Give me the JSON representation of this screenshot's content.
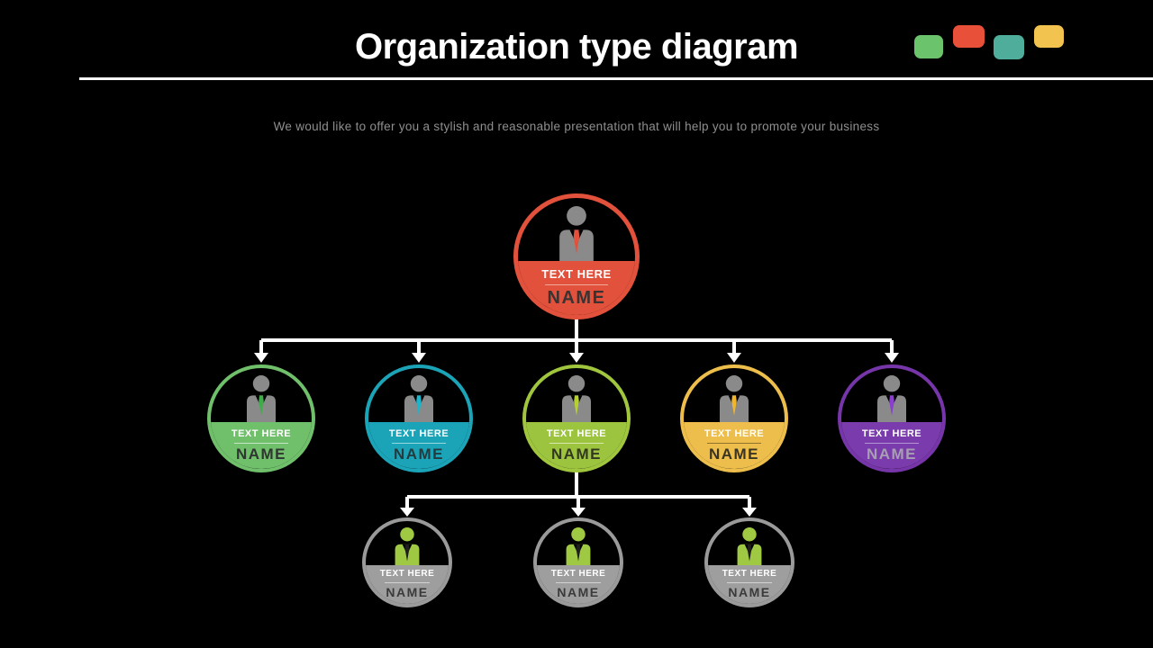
{
  "header": {
    "title": "Organization type diagram",
    "subtitle": "We would like to offer you a stylish and reasonable presentation that will help you to promote your business"
  },
  "decor_squares": [
    {
      "name": "square-green",
      "color": "#6bc36b"
    },
    {
      "name": "square-red",
      "color": "#e8503a"
    },
    {
      "name": "square-teal",
      "color": "#4fae9b"
    },
    {
      "name": "square-yellow",
      "color": "#f2c34e"
    }
  ],
  "org_chart": {
    "nodes": [
      {
        "id": "root",
        "level": 1,
        "label": "TEXT HERE",
        "name": "NAME",
        "ring_color": "#e2513b",
        "fill_color": "#e2513b",
        "body_color": "#8a8a8a",
        "tie_color": "#e2513b",
        "name_color": "#3a3332",
        "divider_color": "rgba(255,255,255,0.5)"
      },
      {
        "id": "branch-1",
        "level": 2,
        "label": "TEXT HERE",
        "name": "NAME",
        "ring_color": "#6fbf6b",
        "fill_color": "#6fbf6b",
        "body_color": "#8a8a8a",
        "tie_color": "#3fae4a",
        "name_color": "#2f3530",
        "divider_color": "rgba(255,255,255,0.6)"
      },
      {
        "id": "branch-2",
        "level": 2,
        "label": "TEXT HERE",
        "name": "NAME",
        "ring_color": "#1ba4b8",
        "fill_color": "#1ba4b8",
        "body_color": "#8a8a8a",
        "tie_color": "#19b6cc",
        "name_color": "#243b40",
        "divider_color": "rgba(255,255,255,0.55)"
      },
      {
        "id": "branch-3",
        "level": 2,
        "label": "TEXT HERE",
        "name": "NAME",
        "ring_color": "#a0c63e",
        "fill_color": "#9dc43f",
        "body_color": "#8a8a8a",
        "tie_color": "#b6d032",
        "name_color": "#32381f",
        "divider_color": "rgba(255,255,255,0.6)"
      },
      {
        "id": "branch-4",
        "level": 2,
        "label": "TEXT HERE",
        "name": "NAME",
        "ring_color": "#edbe4b",
        "fill_color": "#edbe4b",
        "body_color": "#8a8a8a",
        "tie_color": "#f0b62e",
        "name_color": "#3a3423",
        "divider_color": "rgba(0,0,0,0.4)"
      },
      {
        "id": "branch-5",
        "level": 2,
        "label": "TEXT HERE",
        "name": "NAME",
        "ring_color": "#7635a8",
        "fill_color": "#7a3cac",
        "body_color": "#8a8a8a",
        "tie_color": "#8b3fd0",
        "name_color": "#a89fb2",
        "divider_color": "rgba(255,255,255,0.45)"
      },
      {
        "id": "leaf-1",
        "level": 3,
        "label": "TEXT HERE",
        "name": "NAME",
        "ring_color": "#9a9a9a",
        "fill_color": "#9e9e9e",
        "body_color": "#9fc943",
        "tie_color": "#1e1e1e",
        "name_color": "#3a3a3a",
        "divider_color": "rgba(255,255,255,0.55)"
      },
      {
        "id": "leaf-2",
        "level": 3,
        "label": "TEXT HERE",
        "name": "NAME",
        "ring_color": "#9a9a9a",
        "fill_color": "#9e9e9e",
        "body_color": "#9fc943",
        "tie_color": "#1e1e1e",
        "name_color": "#3a3a3a",
        "divider_color": "rgba(255,255,255,0.55)"
      },
      {
        "id": "leaf-3",
        "level": 3,
        "label": "TEXT HERE",
        "name": "NAME",
        "ring_color": "#9a9a9a",
        "fill_color": "#9e9e9e",
        "body_color": "#9fc943",
        "tie_color": "#1e1e1e",
        "name_color": "#3a3a3a",
        "divider_color": "rgba(255,255,255,0.55)"
      }
    ]
  }
}
